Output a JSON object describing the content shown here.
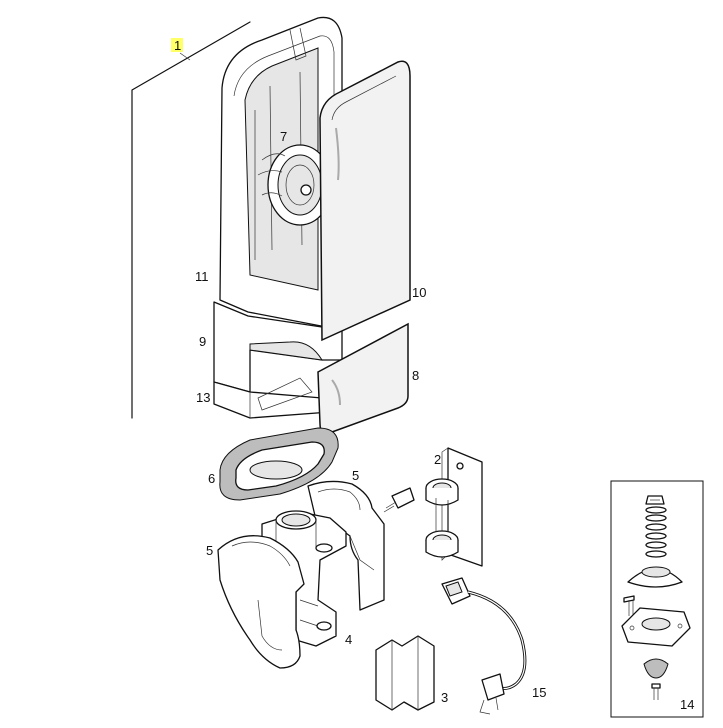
{
  "labels": {
    "l1": "1",
    "l2": "2",
    "l3": "3",
    "l4": "4",
    "l5a": "5",
    "l5b": "5",
    "l6": "6",
    "l7": "7",
    "l8": "8",
    "l9": "9",
    "l10": "10",
    "l11": "11",
    "l13": "13",
    "l14": "14",
    "l15": "15"
  },
  "colors": {
    "highlight": "#ffff66",
    "stroke": "#111111",
    "glass": "#f2f2f2"
  }
}
